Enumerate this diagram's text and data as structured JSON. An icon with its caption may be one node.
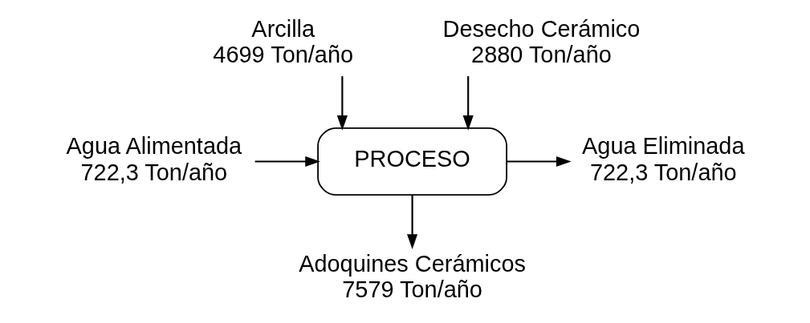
{
  "diagram": {
    "nodes": [
      {
        "text": [
          "Arcilla",
          "4699 Ton/año"
        ]
      },
      {
        "text": [
          "Desecho Cerámico",
          "2880 Ton/año"
        ]
      },
      {
        "text": [
          "Agua Alimentada",
          "722,3 Ton/año"
        ]
      },
      {
        "text": [
          "PROCESO"
        ]
      },
      {
        "text": [
          "Agua Eliminada",
          "722,3 Ton/año"
        ]
      },
      {
        "text": [
          "Adoquines Cerámicos",
          "7579 Ton/año"
        ]
      }
    ],
    "edges": [
      {
        "from": 0,
        "to": 3,
        "arrow": "to"
      },
      {
        "from": 1,
        "to": 3,
        "arrow": "to"
      },
      {
        "from": 2,
        "to": 3,
        "arrow": "to"
      },
      {
        "from": 3,
        "to": 4,
        "arrow": "to"
      },
      {
        "from": 3,
        "to": 5,
        "arrow": "to"
      }
    ]
  }
}
